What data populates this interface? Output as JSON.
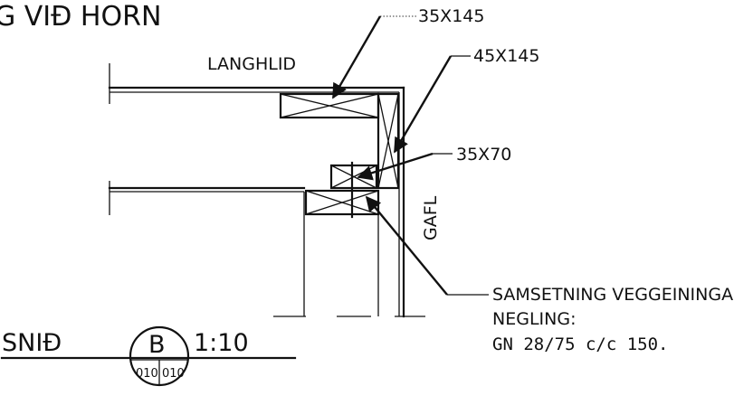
{
  "header": {
    "title_fragment": "G VIÐ HORN"
  },
  "labels": {
    "langhlid": "LANGHLID",
    "gafl": "GAFL",
    "dim_top": "35X145",
    "dim_right": "45X145",
    "dim_mid": "35X70",
    "note_line1": "SAMSETNING VEGGEININGA",
    "note_line2": "NEGLING:",
    "note_line3": "GN 28/75 c/c 150."
  },
  "section_marker": {
    "prefix": "SNIÐ",
    "letter": "B",
    "scale": "1:10",
    "sheet_left": "010",
    "sheet_right": "010"
  }
}
